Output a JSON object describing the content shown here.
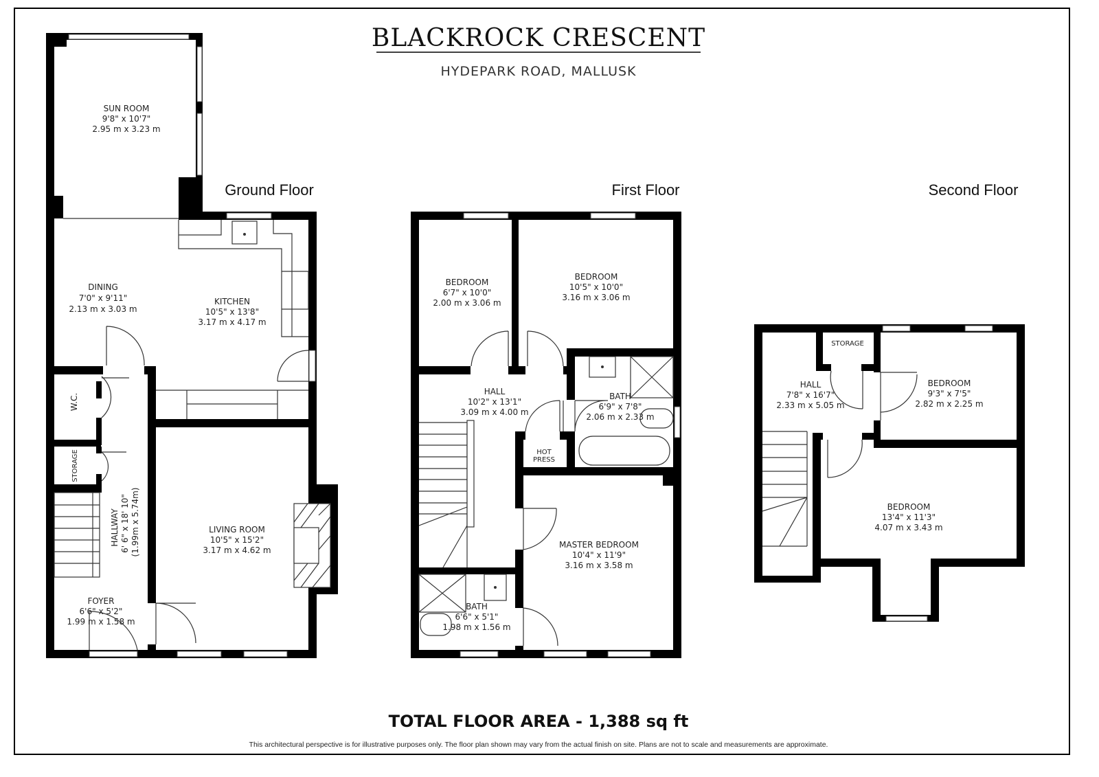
{
  "title": "BLACKROCK CRESCENT",
  "subtitle": "HYDEPARK ROAD, MALLUSK",
  "floors": [
    {
      "label": "Ground Floor",
      "rooms": [
        {
          "name": "SUN ROOM",
          "imperial": "9'8\" x 10'7\"",
          "metric": "2.95 m x 3.23 m"
        },
        {
          "name": "DINING",
          "imperial": "7'0\" x 9'11\"",
          "metric": "2.13 m x 3.03 m"
        },
        {
          "name": "KITCHEN",
          "imperial": "10'5\" x 13'8\"",
          "metric": "3.17 m x 4.17 m"
        },
        {
          "name": "W.C."
        },
        {
          "name": "STORAGE"
        },
        {
          "name": "HALLWAY",
          "imperial": "6' 6\" x 18' 10\"",
          "metric": "(1.99m x 5.74m)"
        },
        {
          "name": "LIVING ROOM",
          "imperial": "10'5\" x 15'2\"",
          "metric": "3.17 m x 4.62 m"
        },
        {
          "name": "FOYER",
          "imperial": "6'6\" x 5'2\"",
          "metric": "1.99 m x 1.58 m"
        }
      ]
    },
    {
      "label": "First Floor",
      "rooms": [
        {
          "name": "BEDROOM",
          "imperial": "6'7\" x 10'0\"",
          "metric": "2.00 m x 3.06 m"
        },
        {
          "name": "BEDROOM",
          "imperial": "10'5\" x 10'0\"",
          "metric": "3.16 m x 3.06 m"
        },
        {
          "name": "HALL",
          "imperial": "10'2\" x 13'1\"",
          "metric": "3.09 m x 4.00 m"
        },
        {
          "name": "BATH",
          "imperial": "6'9\" x 7'8\"",
          "metric": "2.06 m x 2.33 m"
        },
        {
          "name": "HOT",
          "name2": "PRESS"
        },
        {
          "name": "MASTER BEDROOM",
          "imperial": "10'4\" x 11'9\"",
          "metric": "3.16 m x 3.58 m"
        },
        {
          "name": "BATH",
          "imperial": "6'6\" x 5'1\"",
          "metric": "1.98 m x 1.56 m"
        }
      ]
    },
    {
      "label": "Second Floor",
      "rooms": [
        {
          "name": "STORAGE"
        },
        {
          "name": "HALL",
          "imperial": "7'8\" x 16'7\"",
          "metric": "2.33 m x 5.05 m"
        },
        {
          "name": "BEDROOM",
          "imperial": "9'3\" x 7'5\"",
          "metric": "2.82 m x 2.25 m"
        },
        {
          "name": "BEDROOM",
          "imperial": "13'4\" x 11'3\"",
          "metric": "4.07 m x 3.43 m"
        }
      ]
    }
  ],
  "total_area": "TOTAL FLOOR AREA - 1,388 sq ft",
  "disclaimer": "This architectural perspective is for illustrative purposes only. The floor plan shown may vary from the actual finish on site. Plans are not to scale and measurements are approximate."
}
